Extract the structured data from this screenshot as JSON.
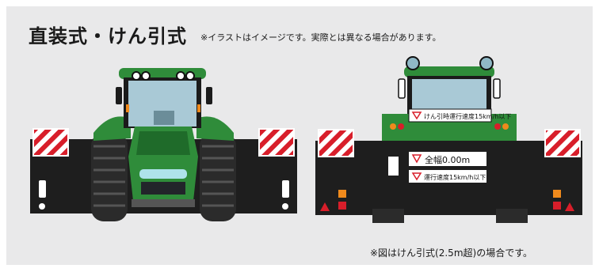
{
  "title": "直装式・けん引式",
  "note": "※イラストはイメージです。実際とは異なる場合があります。",
  "footnote": "※図はけん引式(2.5m超)の場合です。",
  "rear_signs": {
    "top_sign": "けん引時運行速度15km/h以下",
    "width_sign": "全幅0.00m",
    "speed_sign": "運行速度15km/h以下"
  },
  "colors": {
    "panel_bg": "#e9e9ea",
    "tractor_green": "#2f8c3a",
    "tractor_dark_green": "#1f6b2a",
    "implement_black": "#1e1e1e",
    "reflector_red": "#d81e2a",
    "cab_glass": "#a9c9d6"
  }
}
